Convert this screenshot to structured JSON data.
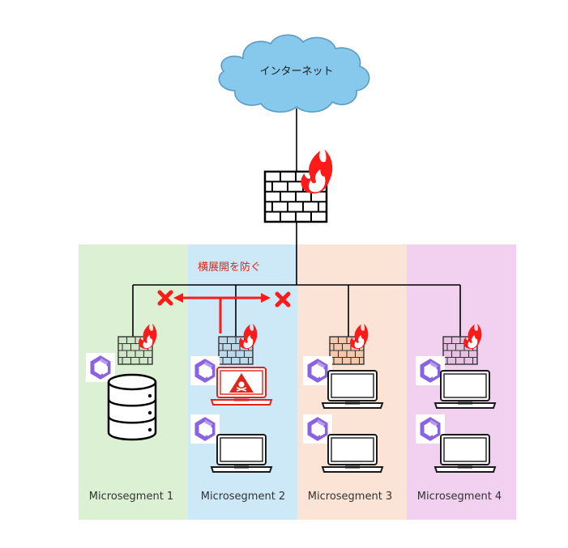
{
  "internet": {
    "label": "インターネット"
  },
  "annotation": {
    "text": "横展開を防ぐ"
  },
  "segments": [
    {
      "label": "Microsegment 1",
      "color": "#dcf1d4"
    },
    {
      "label": "Microsegment 2",
      "color": "#cde9f7"
    },
    {
      "label": "Microsegment 3",
      "color": "#fbe3d5"
    },
    {
      "label": "Microsegment 4",
      "color": "#f1d1ef"
    }
  ],
  "colors": {
    "cloud_fill": "#86c9ec",
    "cloud_stroke": "#5a9bc6",
    "flame": "#ff1a1a",
    "alert": "#e2231a",
    "line": "#000000",
    "brick_segment_1": "#cfe7c6",
    "brick_segment_2": "#bcd8ea",
    "brick_segment_3": "#f4c8ad",
    "brick_segment_4": "#e7c1e4",
    "agent_logo": "#7b4fd6"
  },
  "icons": {
    "cloud": "cloud-icon",
    "firewall": "firewall-icon",
    "flame": "flame-icon",
    "server": "database-icon",
    "laptop": "laptop-icon",
    "compromised_laptop": "compromised-laptop-icon",
    "agent": "agent-logo-icon",
    "blocked": "x-mark-icon"
  }
}
